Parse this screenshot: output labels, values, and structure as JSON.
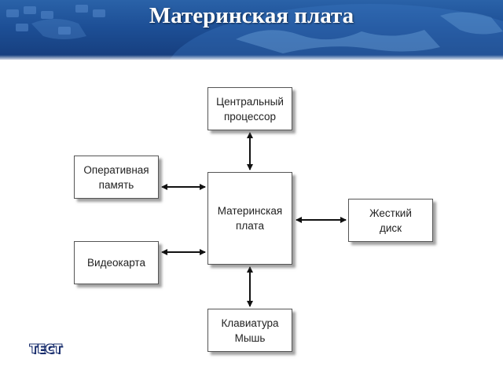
{
  "slide": {
    "title": "Материнская плата",
    "logo_text": "ТЕСТ"
  },
  "colors": {
    "header_dark": "#163d7c",
    "header_light": "#2a62a8",
    "box_border": "#555555",
    "arrow": "#111111"
  },
  "diagram": {
    "nodes": [
      {
        "id": "cpu",
        "lines": [
          "Центральный",
          "процессор"
        ]
      },
      {
        "id": "ram",
        "lines": [
          "Оперативная",
          "память"
        ]
      },
      {
        "id": "motherboard",
        "lines": [
          "Материнская",
          "плата"
        ]
      },
      {
        "id": "hdd",
        "lines": [
          "Жесткий",
          "диск"
        ]
      },
      {
        "id": "gpu",
        "lines": [
          "Видеокарта"
        ]
      },
      {
        "id": "input",
        "lines": [
          "Клавиатура",
          "Мышь"
        ]
      }
    ],
    "edges": [
      {
        "from": "cpu",
        "to": "motherboard",
        "direction": "both"
      },
      {
        "from": "ram",
        "to": "motherboard",
        "direction": "both"
      },
      {
        "from": "gpu",
        "to": "motherboard",
        "direction": "both"
      },
      {
        "from": "hdd",
        "to": "motherboard",
        "direction": "both"
      },
      {
        "from": "input",
        "to": "motherboard",
        "direction": "both"
      }
    ]
  }
}
